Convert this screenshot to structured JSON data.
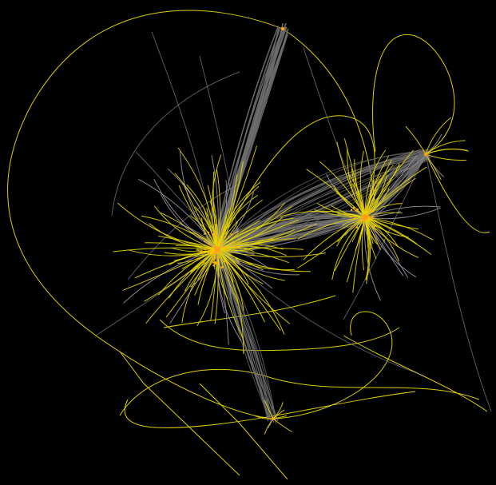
{
  "graph": {
    "type": "network-graph",
    "background_color": "#000000",
    "edge_colors": {
      "primary": "#E6D700",
      "secondary": "#6E6E6E",
      "tertiary": "#9A8FA0"
    },
    "node_color": "#FF9F1A",
    "cluster_node_color": "#FFB000",
    "hubs": [
      {
        "id": "hub-left",
        "role": "dense-cluster"
      },
      {
        "id": "hub-right",
        "role": "dense-cluster"
      },
      {
        "id": "hub-top",
        "role": "connector"
      },
      {
        "id": "hub-far-right",
        "role": "connector"
      },
      {
        "id": "hub-bottom",
        "role": "connector"
      }
    ],
    "visible_text": []
  }
}
